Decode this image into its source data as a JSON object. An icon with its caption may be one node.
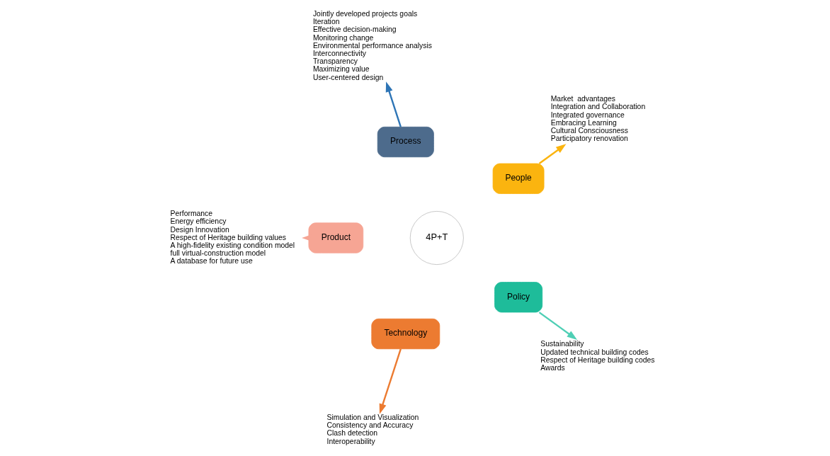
{
  "diagram": {
    "nodes": [
      {
        "text": [
          "Market  advantages",
          "Integration and Collaboration",
          "Integrated governance",
          "Embracing Learning",
          "Cultural Consciousness",
          "Participatory renovation"
        ]
      },
      {
        "text": [
          "People"
        ]
      },
      {
        "text": [
          "Performance",
          "Energy efficiency",
          "Design Innovation",
          "Respect of Heritage building values",
          "A high-fidelity existing condition model",
          " full virtual-construction model",
          "A database for future use"
        ]
      },
      {
        "text": [
          "Process"
        ]
      },
      {
        "text": [
          "Jointly developed projects goals",
          "Iteration",
          "Effective decision-making",
          "Monitoring change",
          "Environmental performance analysis",
          "Interconnectivity",
          "Transparency",
          "Maximizing value",
          "User-centered design"
        ]
      },
      {
        "text": [
          "Product"
        ]
      },
      {
        "text": [
          "4P+T"
        ]
      },
      {
        "text": [
          "Technology"
        ]
      },
      {
        "text": [
          "Policy"
        ]
      },
      {
        "text": [
          "Sustainability",
          "Updated technical building codes",
          "Respect of Heritage building codes",
          "Awards"
        ]
      },
      {
        "text": [
          "Simulation and Visualization",
          "Consistency and Accuracy",
          "Clash detection",
          "Interoperability"
        ]
      }
    ],
    "edges": [
      {
        "from": 1,
        "to": 0,
        "arrow": "to",
        "color": "#fbb40f"
      },
      {
        "from": 3,
        "to": 4,
        "arrow": "to",
        "color": "#2e75b6"
      },
      {
        "from": 7,
        "to": 10,
        "arrow": "to",
        "color": "#ec7b31"
      },
      {
        "from": 8,
        "to": 9,
        "arrow": "to",
        "color": "#4fcfb5"
      },
      {
        "from": 5,
        "to": 2,
        "arrow": "to",
        "color": "#f6a594"
      }
    ]
  }
}
